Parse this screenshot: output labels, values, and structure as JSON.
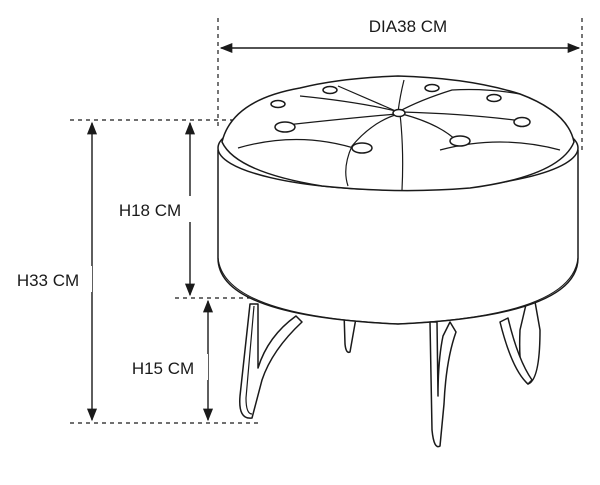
{
  "dimensions": {
    "diameter": "DIA38 CM",
    "total_height": "H33 CM",
    "seat_height": "H18 CM",
    "leg_height": "H15 CM"
  }
}
